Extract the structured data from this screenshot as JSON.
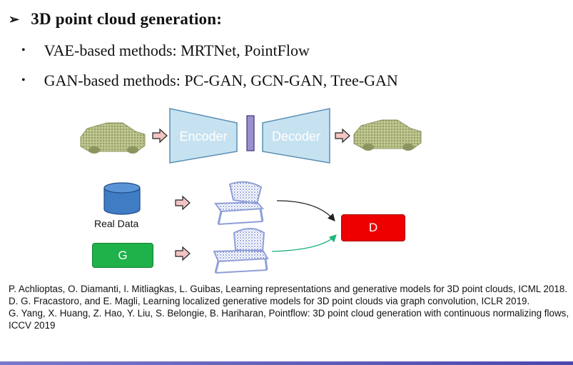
{
  "heading": {
    "bullet": "➢",
    "text": "3D point cloud generation:"
  },
  "bullets": [
    {
      "dot": "•",
      "text": "VAE-based methods: MRTNet, PointFlow"
    },
    {
      "dot": "•",
      "text": "GAN-based methods: PC-GAN, GCN-GAN, Tree-GAN"
    }
  ],
  "diagram": {
    "encoder_label": "Encoder",
    "decoder_label": "Decoder",
    "real_data_label": "Real Data",
    "generator_label": "G",
    "discriminator_label": "D",
    "colors": {
      "trapezoid_fill": "#c6e2f0",
      "trapezoid_stroke": "#5a8fb5",
      "latent_fill": "#9b8fd0",
      "arrow_fill": "#f2c4c4",
      "cylinder_fill": "#3f7cc4",
      "generator": "#1fb14a",
      "discriminator": "#ee0000",
      "real_flow": "#222222",
      "fake_flow": "#1fb47a",
      "car": "#a6ae70",
      "chair": "#8f9fd8"
    }
  },
  "references": [
    "P. Achlioptas, O. Diamanti, I. Mitliagkas, L. Guibas, Learning representations and generative models for 3D point clouds, ICML 2018.",
    "D. G. Fracastoro, and E. Magli, Learning localized generative models for 3D point clouds via graph convolution, ICLR 2019.",
    "G. Yang, X. Huang, Z. Hao, Y. Liu, S. Belongie, B. Hariharan, Pointflow: 3D point cloud generation with continuous normalizing flows, ICCV 2019"
  ]
}
